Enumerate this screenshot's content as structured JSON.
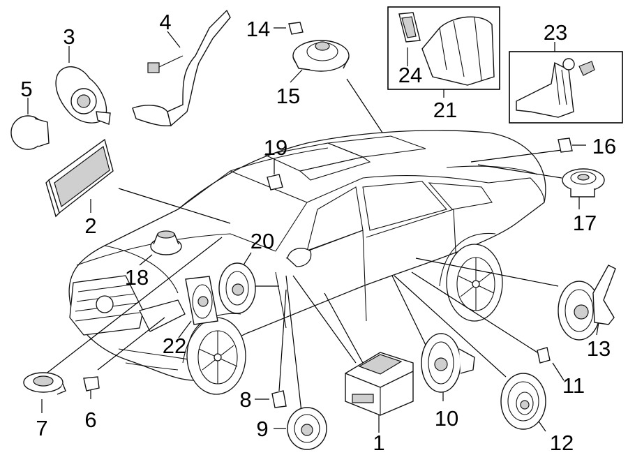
{
  "diagram": {
    "callouts": [
      "1",
      "2",
      "3",
      "4",
      "5",
      "6",
      "7",
      "8",
      "9",
      "10",
      "11",
      "12",
      "13",
      "14",
      "15",
      "16",
      "17",
      "18",
      "19",
      "20",
      "21",
      "22",
      "23",
      "24"
    ]
  },
  "colors": {
    "line": "#000000",
    "background": "#ffffff",
    "shade": "#cfcfcf"
  }
}
